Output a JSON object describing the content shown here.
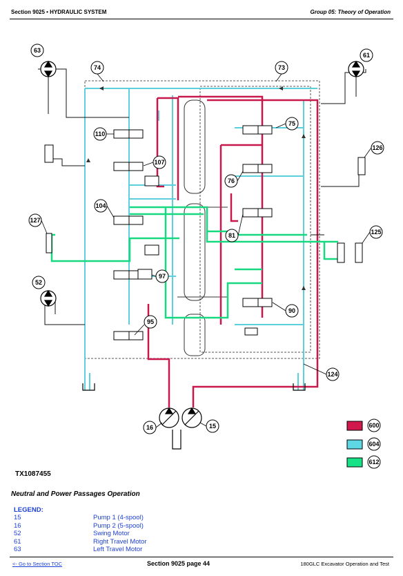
{
  "header": {
    "section": "Section 9025 • HYDRAULIC SYSTEM",
    "group": "Group 05: Theory of Operation"
  },
  "diagram": {
    "callouts": {
      "c63": "63",
      "c61": "61",
      "c74": "74",
      "c73": "73",
      "c110": "110",
      "c75": "75",
      "c126": "126",
      "c107": "107",
      "c76": "76",
      "c104": "104",
      "c127": "127",
      "c125": "125",
      "c81": "81",
      "c52": "52",
      "c97": "97",
      "c90": "90",
      "c95": "95",
      "c124": "124",
      "c16": "16",
      "c15": "15"
    },
    "pressure_legend": [
      {
        "code": "600",
        "color": "#d1184c"
      },
      {
        "code": "604",
        "color": "#5ed6e3"
      },
      {
        "code": "612",
        "color": "#17e186"
      }
    ],
    "line_colors": {
      "pressure": "#c8174a",
      "return": "#5ccfdc",
      "power": "#16d87f"
    }
  },
  "figure_id": "TX1087455",
  "caption": "Neutral and Power Passages Operation",
  "legend": {
    "title": "LEGEND:",
    "items": [
      {
        "num": "15",
        "label": "Pump 1 (4-spool)"
      },
      {
        "num": "16",
        "label": "Pump 2 (5-spool)"
      },
      {
        "num": "52",
        "label": "Swing Motor"
      },
      {
        "num": "61",
        "label": "Right Travel Motor"
      },
      {
        "num": "63",
        "label": "Left Travel Motor"
      }
    ]
  },
  "footer": {
    "toc_link": "<- Go to Section TOC",
    "page": "Section 9025 page 44",
    "manual": "180GLC Excavator Operation and Test"
  }
}
